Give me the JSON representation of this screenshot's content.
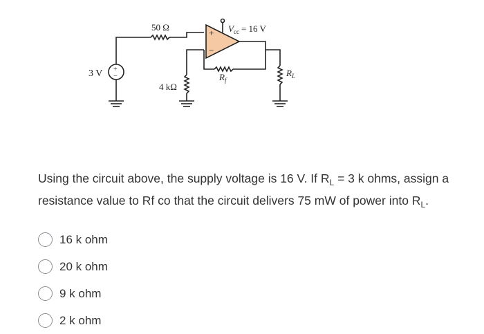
{
  "circuit": {
    "source_label": "3 V",
    "r_series_label": "50 Ω",
    "r_ground_label": "4 kΩ",
    "vcc_label": "= 16 V",
    "vcc_symbol": "V",
    "vcc_sub": "cc",
    "rf_symbol": "R",
    "rf_sub": "f",
    "rl_symbol": "R",
    "rl_sub": "L",
    "plus_sign": "+",
    "minus_sign": "−"
  },
  "question": {
    "part1": "Using the circuit above, the supply voltage is 16 V. If R",
    "sub1": "L",
    "part2": " = 3 k ohms, assign a resistance value to Rf co that the circuit delivers 75 mW of power into R",
    "sub2": "L",
    "part3": "."
  },
  "options": [
    {
      "label": "16 k ohm"
    },
    {
      "label": "20 k ohm"
    },
    {
      "label": "9 k ohm"
    },
    {
      "label": "2 k ohm"
    }
  ],
  "colors": {
    "opamp_fill": "#f6c9a5",
    "wire": "#222222",
    "radio_border": "#8a8f96"
  }
}
